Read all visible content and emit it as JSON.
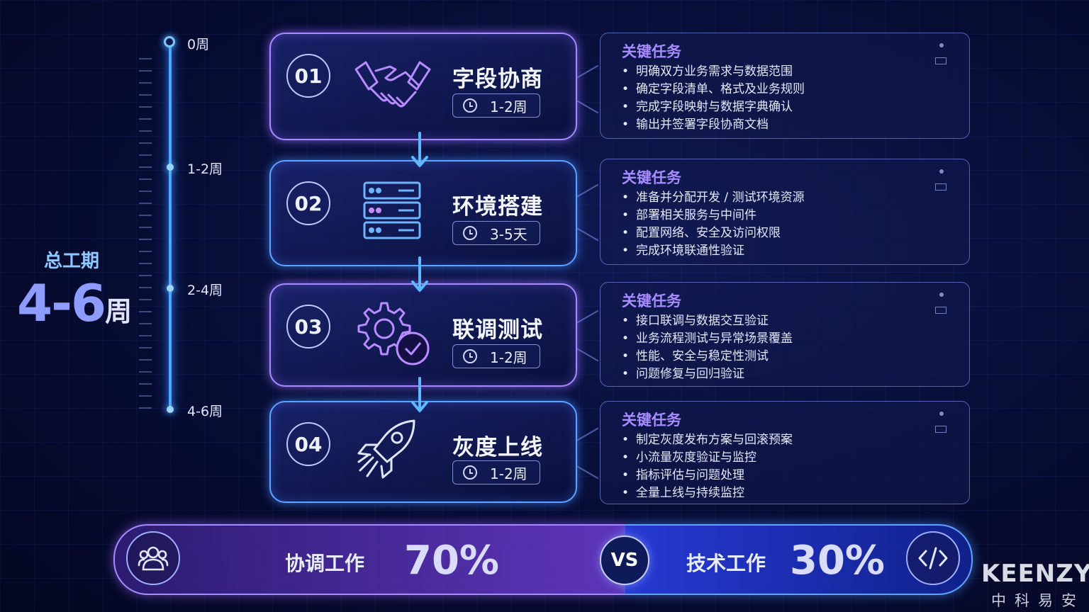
{
  "timeline": {
    "labels": [
      "0周",
      "1-2周",
      "2-4周",
      "4-6周"
    ],
    "total_title": "总工期",
    "total_value": "4-6",
    "total_unit": "周"
  },
  "phases": [
    {
      "num": "01",
      "title": "字段协商",
      "duration": "1-2周",
      "icon": "handshake-icon",
      "accent": "purple"
    },
    {
      "num": "02",
      "title": "环境搭建",
      "duration": "3-5天",
      "icon": "server-icon",
      "accent": "blue"
    },
    {
      "num": "03",
      "title": "联调测试",
      "duration": "1-2周",
      "icon": "gear-check-icon",
      "accent": "purple"
    },
    {
      "num": "04",
      "title": "灰度上线",
      "duration": "1-2周",
      "icon": "rocket-icon",
      "accent": "blue"
    }
  ],
  "tasks": [
    {
      "title": "关键任务",
      "items": [
        "明确双方业务需求与数据范围",
        "确定字段清单、格式及业务规则",
        "完成字段映射与数据字典确认",
        "输出并签署字段协商文档"
      ]
    },
    {
      "title": "关键任务",
      "items": [
        "准备并分配开发 / 测试环境资源",
        "部署相关服务与中间件",
        "配置网络、安全及访问权限",
        "完成环境联通性验证"
      ]
    },
    {
      "title": "关键任务",
      "items": [
        "接口联调与数据交互验证",
        "业务流程测试与异常场景覆盖",
        "性能、安全与稳定性测试",
        "问题修复与回归验证"
      ]
    },
    {
      "title": "关键任务",
      "items": [
        "制定灰度发布方案与回滚预案",
        "小流量灰度验证与监控",
        "指标评估与问题处理",
        "全量上线与持续监控"
      ]
    }
  ],
  "split": {
    "left_label": "协调工作",
    "left_value": "70%",
    "vs": "VS",
    "right_label": "技术工作",
    "right_value": "30%"
  },
  "brand": {
    "name": "KEENZY",
    "sub": "中科易安"
  },
  "colors": {
    "purple": "#a58bff",
    "blue": "#5fa2ff",
    "background": "#070c33"
  }
}
